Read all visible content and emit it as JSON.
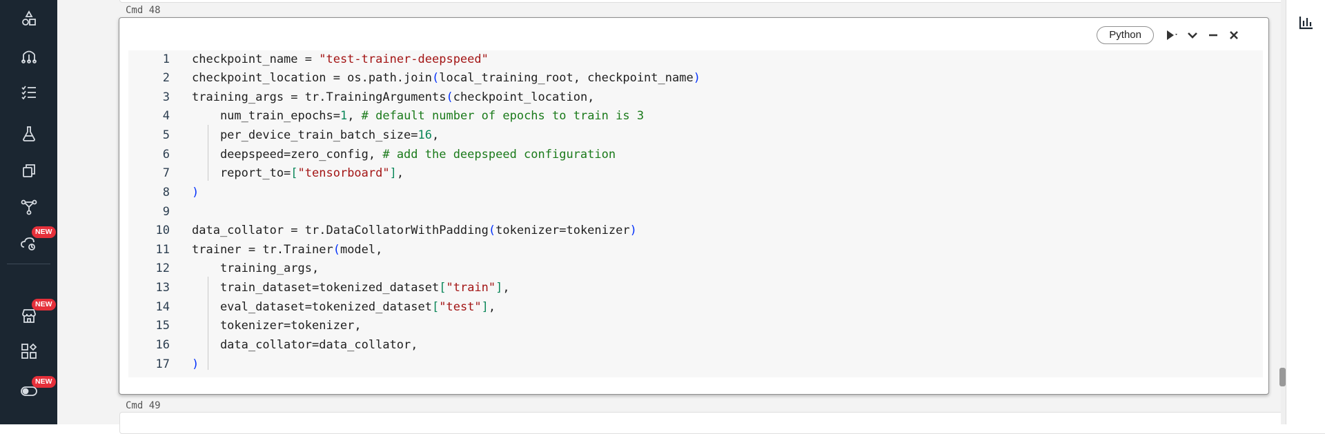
{
  "sidebar": {
    "items": [
      {
        "icon": "shapes-icon"
      },
      {
        "icon": "hierarchy-icon"
      },
      {
        "icon": "checklist-icon"
      },
      {
        "icon": "flask-icon"
      },
      {
        "icon": "copy-stack-icon"
      },
      {
        "icon": "model-icon"
      },
      {
        "icon": "serving-icon",
        "badge": "NEW"
      },
      {
        "icon": "marketplace-icon",
        "badge": "NEW"
      },
      {
        "icon": "feature-store-icon"
      },
      {
        "icon": "toggle-icon",
        "badge": "NEW"
      }
    ]
  },
  "notebook": {
    "prev_cmd": "Cmd 48",
    "next_cmd": "Cmd 49",
    "cell": {
      "language": "Python",
      "toolbar_icons": [
        "run-icon",
        "run-menu-chevron-icon",
        "collapse-chevron-icon",
        "minimize-icon",
        "close-icon"
      ]
    }
  },
  "code": {
    "lines": [
      {
        "n": "1"
      },
      {
        "n": "2"
      },
      {
        "n": "3"
      },
      {
        "n": "4"
      },
      {
        "n": "5"
      },
      {
        "n": "6"
      },
      {
        "n": "7"
      },
      {
        "n": "8"
      },
      {
        "n": "9"
      },
      {
        "n": "10"
      },
      {
        "n": "11"
      },
      {
        "n": "12"
      },
      {
        "n": "13"
      },
      {
        "n": "14"
      },
      {
        "n": "15"
      },
      {
        "n": "16"
      },
      {
        "n": "17"
      }
    ],
    "t": {
      "l1a": "checkpoint_name = ",
      "l1b": "\"test-trainer-deepspeed\"",
      "l2a": "checkpoint_location = os.path.join",
      "l2b": "(",
      "l2c": "local_training_root, checkpoint_name",
      "l2d": ")",
      "l3a": "training_args = tr.TrainingArguments",
      "l3b": "(",
      "l3c": "checkpoint_location,",
      "l4a": "    num_train_epochs=",
      "l4b": "1",
      "l4c": ", ",
      "l4d": "# default number of epochs to train is 3",
      "l5a": "    per_device_train_batch_size=",
      "l5b": "16",
      "l5c": ",",
      "l6a": "    deepspeed=zero_config, ",
      "l6b": "# add the deepspeed configuration",
      "l7a": "    report_to=",
      "l7b": "[",
      "l7c": "\"tensorboard\"",
      "l7d": "]",
      "l7e": ",",
      "l8a": ")",
      "l10a": "data_collator = tr.DataCollatorWithPadding",
      "l10b": "(",
      "l10c": "tokenizer=tokenizer",
      "l10d": ")",
      "l11a": "trainer = tr.Trainer",
      "l11b": "(",
      "l11c": "model,",
      "l12a": "    training_args,",
      "l13a": "    train_dataset=tokenized_dataset",
      "l13b": "[",
      "l13c": "\"train\"",
      "l13d": "]",
      "l13e": ",",
      "l14a": "    eval_dataset=tokenized_dataset",
      "l14b": "[",
      "l14c": "\"test\"",
      "l14d": "]",
      "l14e": ",",
      "l15a": "    tokenizer=tokenizer,",
      "l16a": "    data_collator=data_collator,",
      "l17a": ")"
    }
  },
  "right_panel": {
    "icon": "bar-chart-icon"
  },
  "colors": {
    "sidebar_bg": "#1b2631",
    "badge": "#e5303a",
    "string": "#a31515",
    "comment": "#1a7a1a",
    "number": "#098658"
  }
}
